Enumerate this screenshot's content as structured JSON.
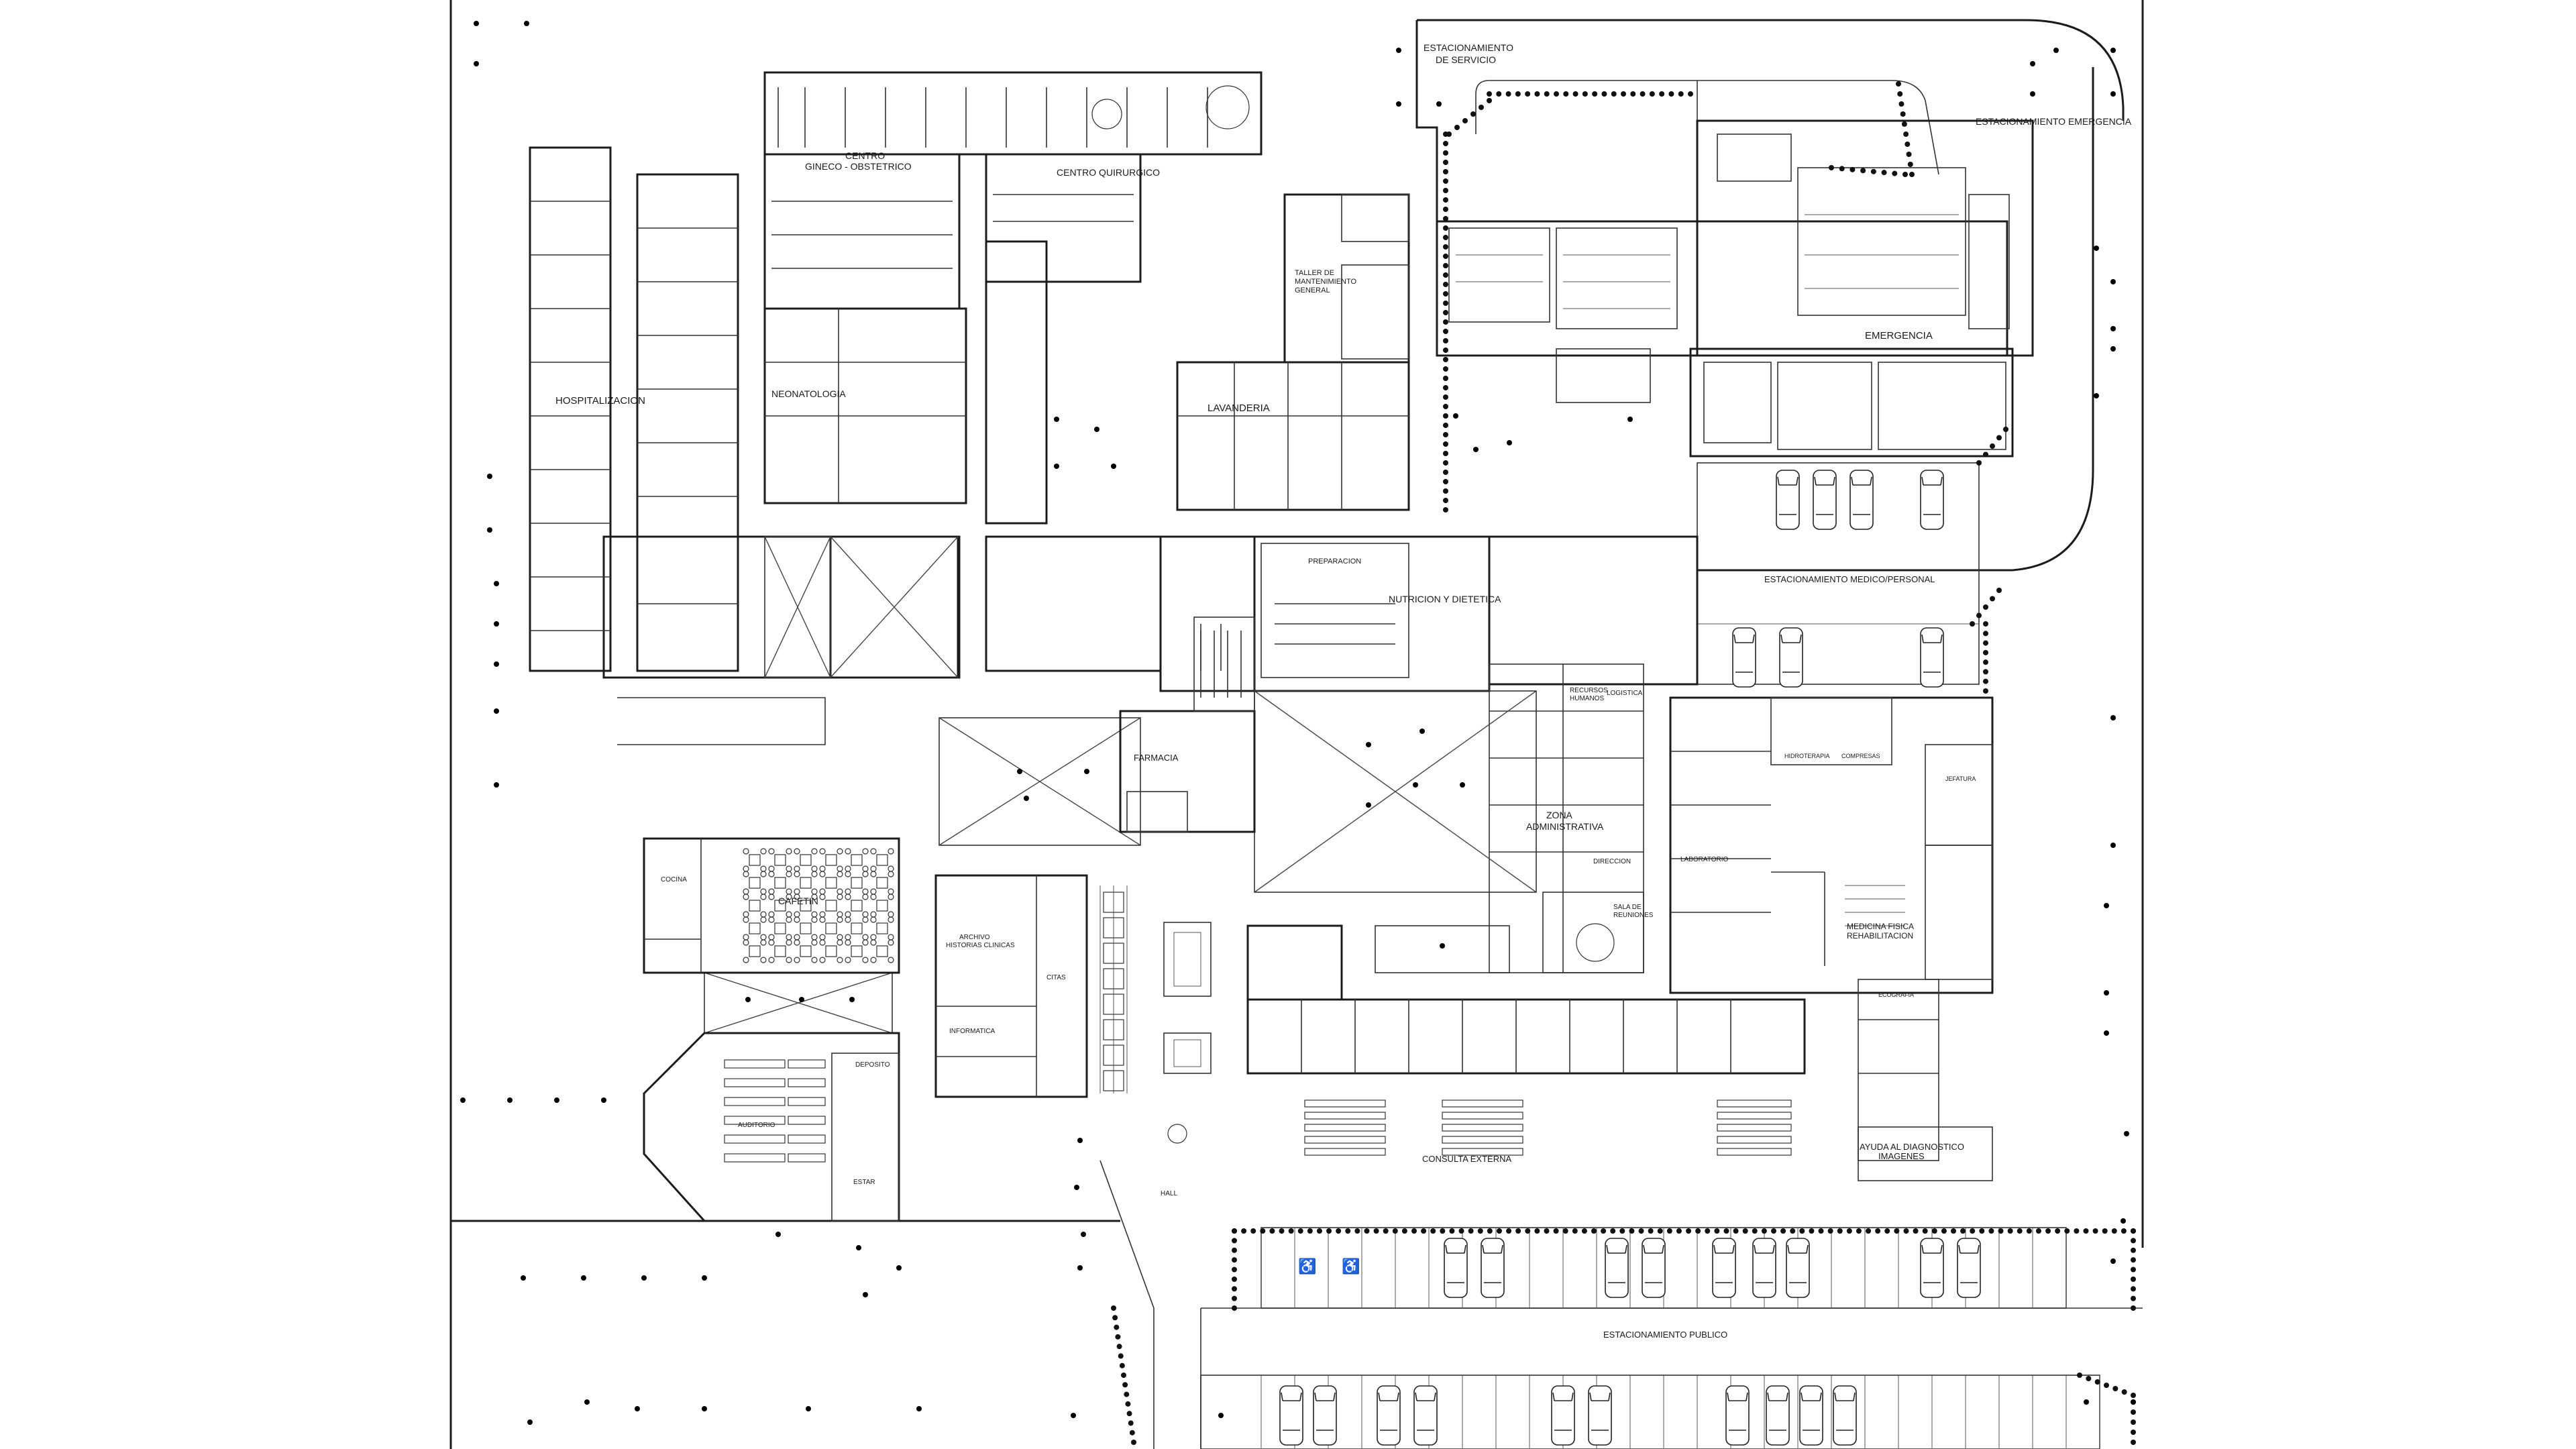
{
  "plan": {
    "labels": {
      "estacionamiento_servicio": "ESTACIONAMIENTO\nDE SERVICIO",
      "estacionamiento_emergencia": "ESTACIONAMIENTO EMERGENCIA",
      "centro_gineco": "CENTRO\nGINECO - OBSTETRICO",
      "centro_quirurgico": "CENTRO QUIRURGICO",
      "hospitalizacion": "HOSPITALIZACION",
      "neonatologia": "NEONATOLOGIA",
      "lavanderia": "LAVANDERIA",
      "taller": "TALLER DE\nMANTENIMIENTO\nGENERAL",
      "emergencia": "EMERGENCIA",
      "estacionamiento_medico": "ESTACIONAMIENTO MEDICO/PERSONAL",
      "nutricion": "NUTRICION Y DIETETICA",
      "preparacion": "PREPARACION",
      "farmacia": "FARMACIA",
      "zona_administrativa": "ZONA\nADMINISTRATIVA",
      "medicina_fisica": "MEDICINA FISICA\nREHABILITACION",
      "cafetin": "CAFETIN",
      "consulta_externa": "CONSULTA EXTERNA",
      "ayuda_diagnostico": "AYUDA AL DIAGNOSTICO\nIMAGENES",
      "estacionamiento_publico": "ESTACIONAMIENTO PUBLICO",
      "archivo": "ARCHIVO\nHISTORIAS CLINICAS",
      "informatica": "INFORMATICA",
      "laboratorio": "LABORATORIO",
      "hidroterapia": "HIDROTERAPIA",
      "compresas": "COMPRESAS",
      "ecografia": "ECOGRAFIA",
      "recursos_humanos": "RECURSOS\nHUMANOS",
      "sala_reuniones": "SALA DE\nREUNIONES",
      "direccion": "DIRECCION",
      "logistica": "LOGISTICA",
      "hall": "HALL",
      "deposito": "DEPOSITO",
      "cocina": "COCINA",
      "auditorio": "AUDITORIO",
      "estar": "ESTAR",
      "jefatura": "JEFATURA",
      "citas": "CITAS"
    }
  }
}
